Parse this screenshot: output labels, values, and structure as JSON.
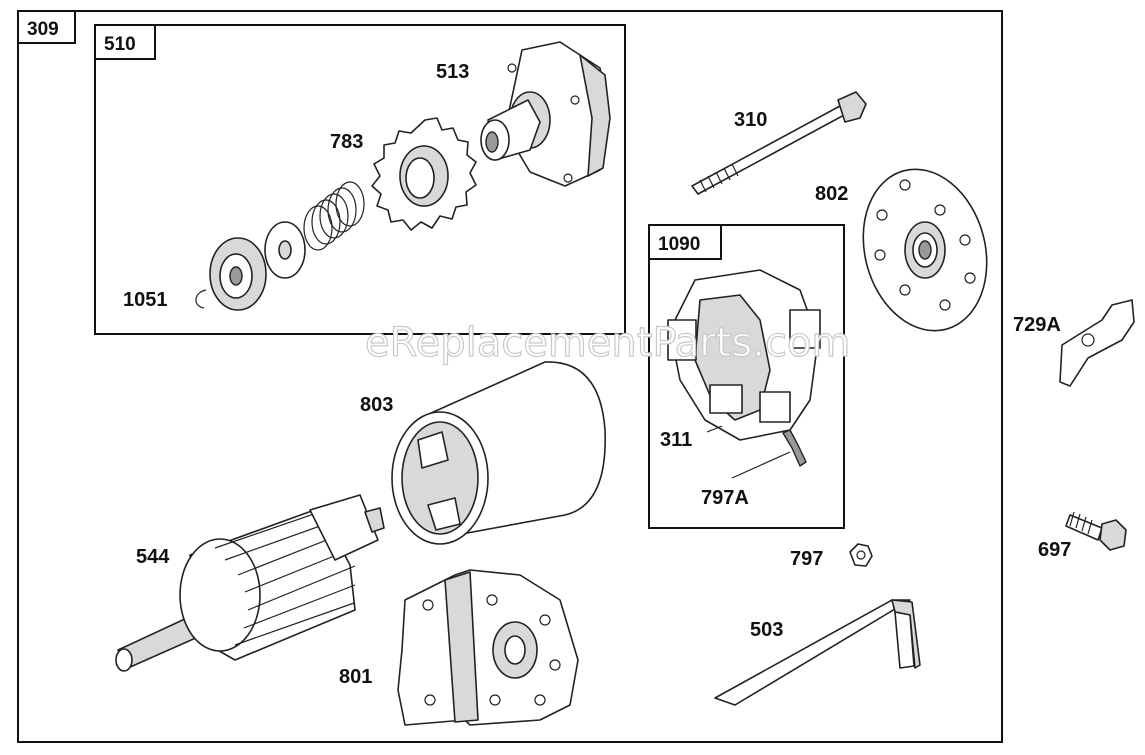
{
  "diagram": {
    "watermark": "eReplacementParts.com",
    "boxes": {
      "main": "309",
      "drive": "510",
      "brush": "1090"
    },
    "parts": {
      "p513": "513",
      "p783": "783",
      "p1051": "1051",
      "p310": "310",
      "p802": "802",
      "p729A": "729A",
      "p311": "311",
      "p797A": "797A",
      "p803": "803",
      "p544": "544",
      "p801": "801",
      "p797": "797",
      "p503": "503",
      "p697": "697"
    }
  }
}
